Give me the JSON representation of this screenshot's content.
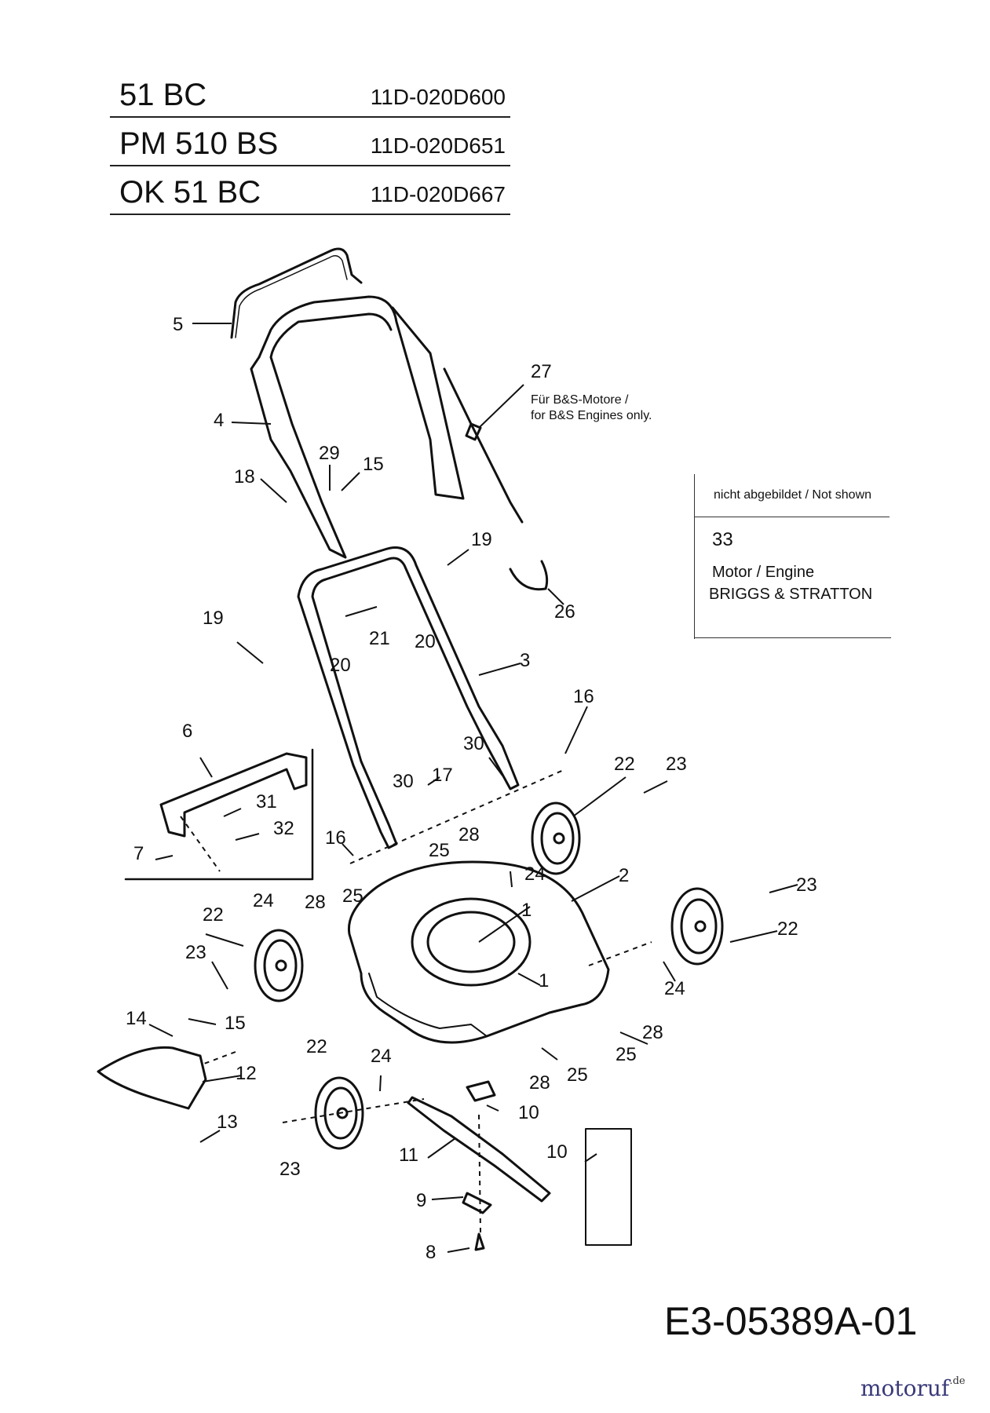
{
  "models": [
    {
      "name": "51 BC",
      "code": "11D-020D600"
    },
    {
      "name": "PM 510 BS",
      "code": "11D-020D651"
    },
    {
      "name": "OK 51 BC",
      "code": "11D-020D667"
    }
  ],
  "not_shown": {
    "header": "nicht abgebildet / Not shown",
    "number": "33",
    "engine_label": "Motor / Engine",
    "brand": "BRIGGS & STRATTON"
  },
  "bs_note": {
    "line1": "Für B&S-Motore /",
    "line2": "for B&S Engines only."
  },
  "callouts": {
    "c1": "5",
    "c2": "4",
    "c3": "27",
    "c4": "29",
    "c5": "15",
    "c6": "18",
    "c7": "19",
    "c8": "26",
    "c9": "19",
    "c10": "21",
    "c11": "20",
    "c12": "20",
    "c13": "3",
    "c14": "16",
    "c15": "6",
    "c16": "30",
    "c17": "22",
    "c18": "23",
    "c19": "30",
    "c20": "17",
    "c21": "31",
    "c22": "32",
    "c23": "7",
    "c24": "16",
    "c25": "28",
    "c26": "25",
    "c27": "24",
    "c28": "2",
    "c29": "23",
    "c30": "22",
    "c31": "24",
    "c32": "28",
    "c33": "25",
    "c34": "1",
    "c35": "22",
    "c36": "23",
    "c37": "1",
    "c38": "24",
    "c39": "14",
    "c40": "15",
    "c41": "28",
    "c42": "12",
    "c43": "22",
    "c44": "24",
    "c45": "25",
    "c46": "25",
    "c47": "28",
    "c48": "10",
    "c49": "13",
    "c50": "10",
    "c51": "11",
    "c52": "23",
    "c53": "9",
    "c54": "8"
  },
  "drawing_number": "E3-05389A-01",
  "logo": {
    "text": "motoruf",
    "suffix": ".de"
  }
}
